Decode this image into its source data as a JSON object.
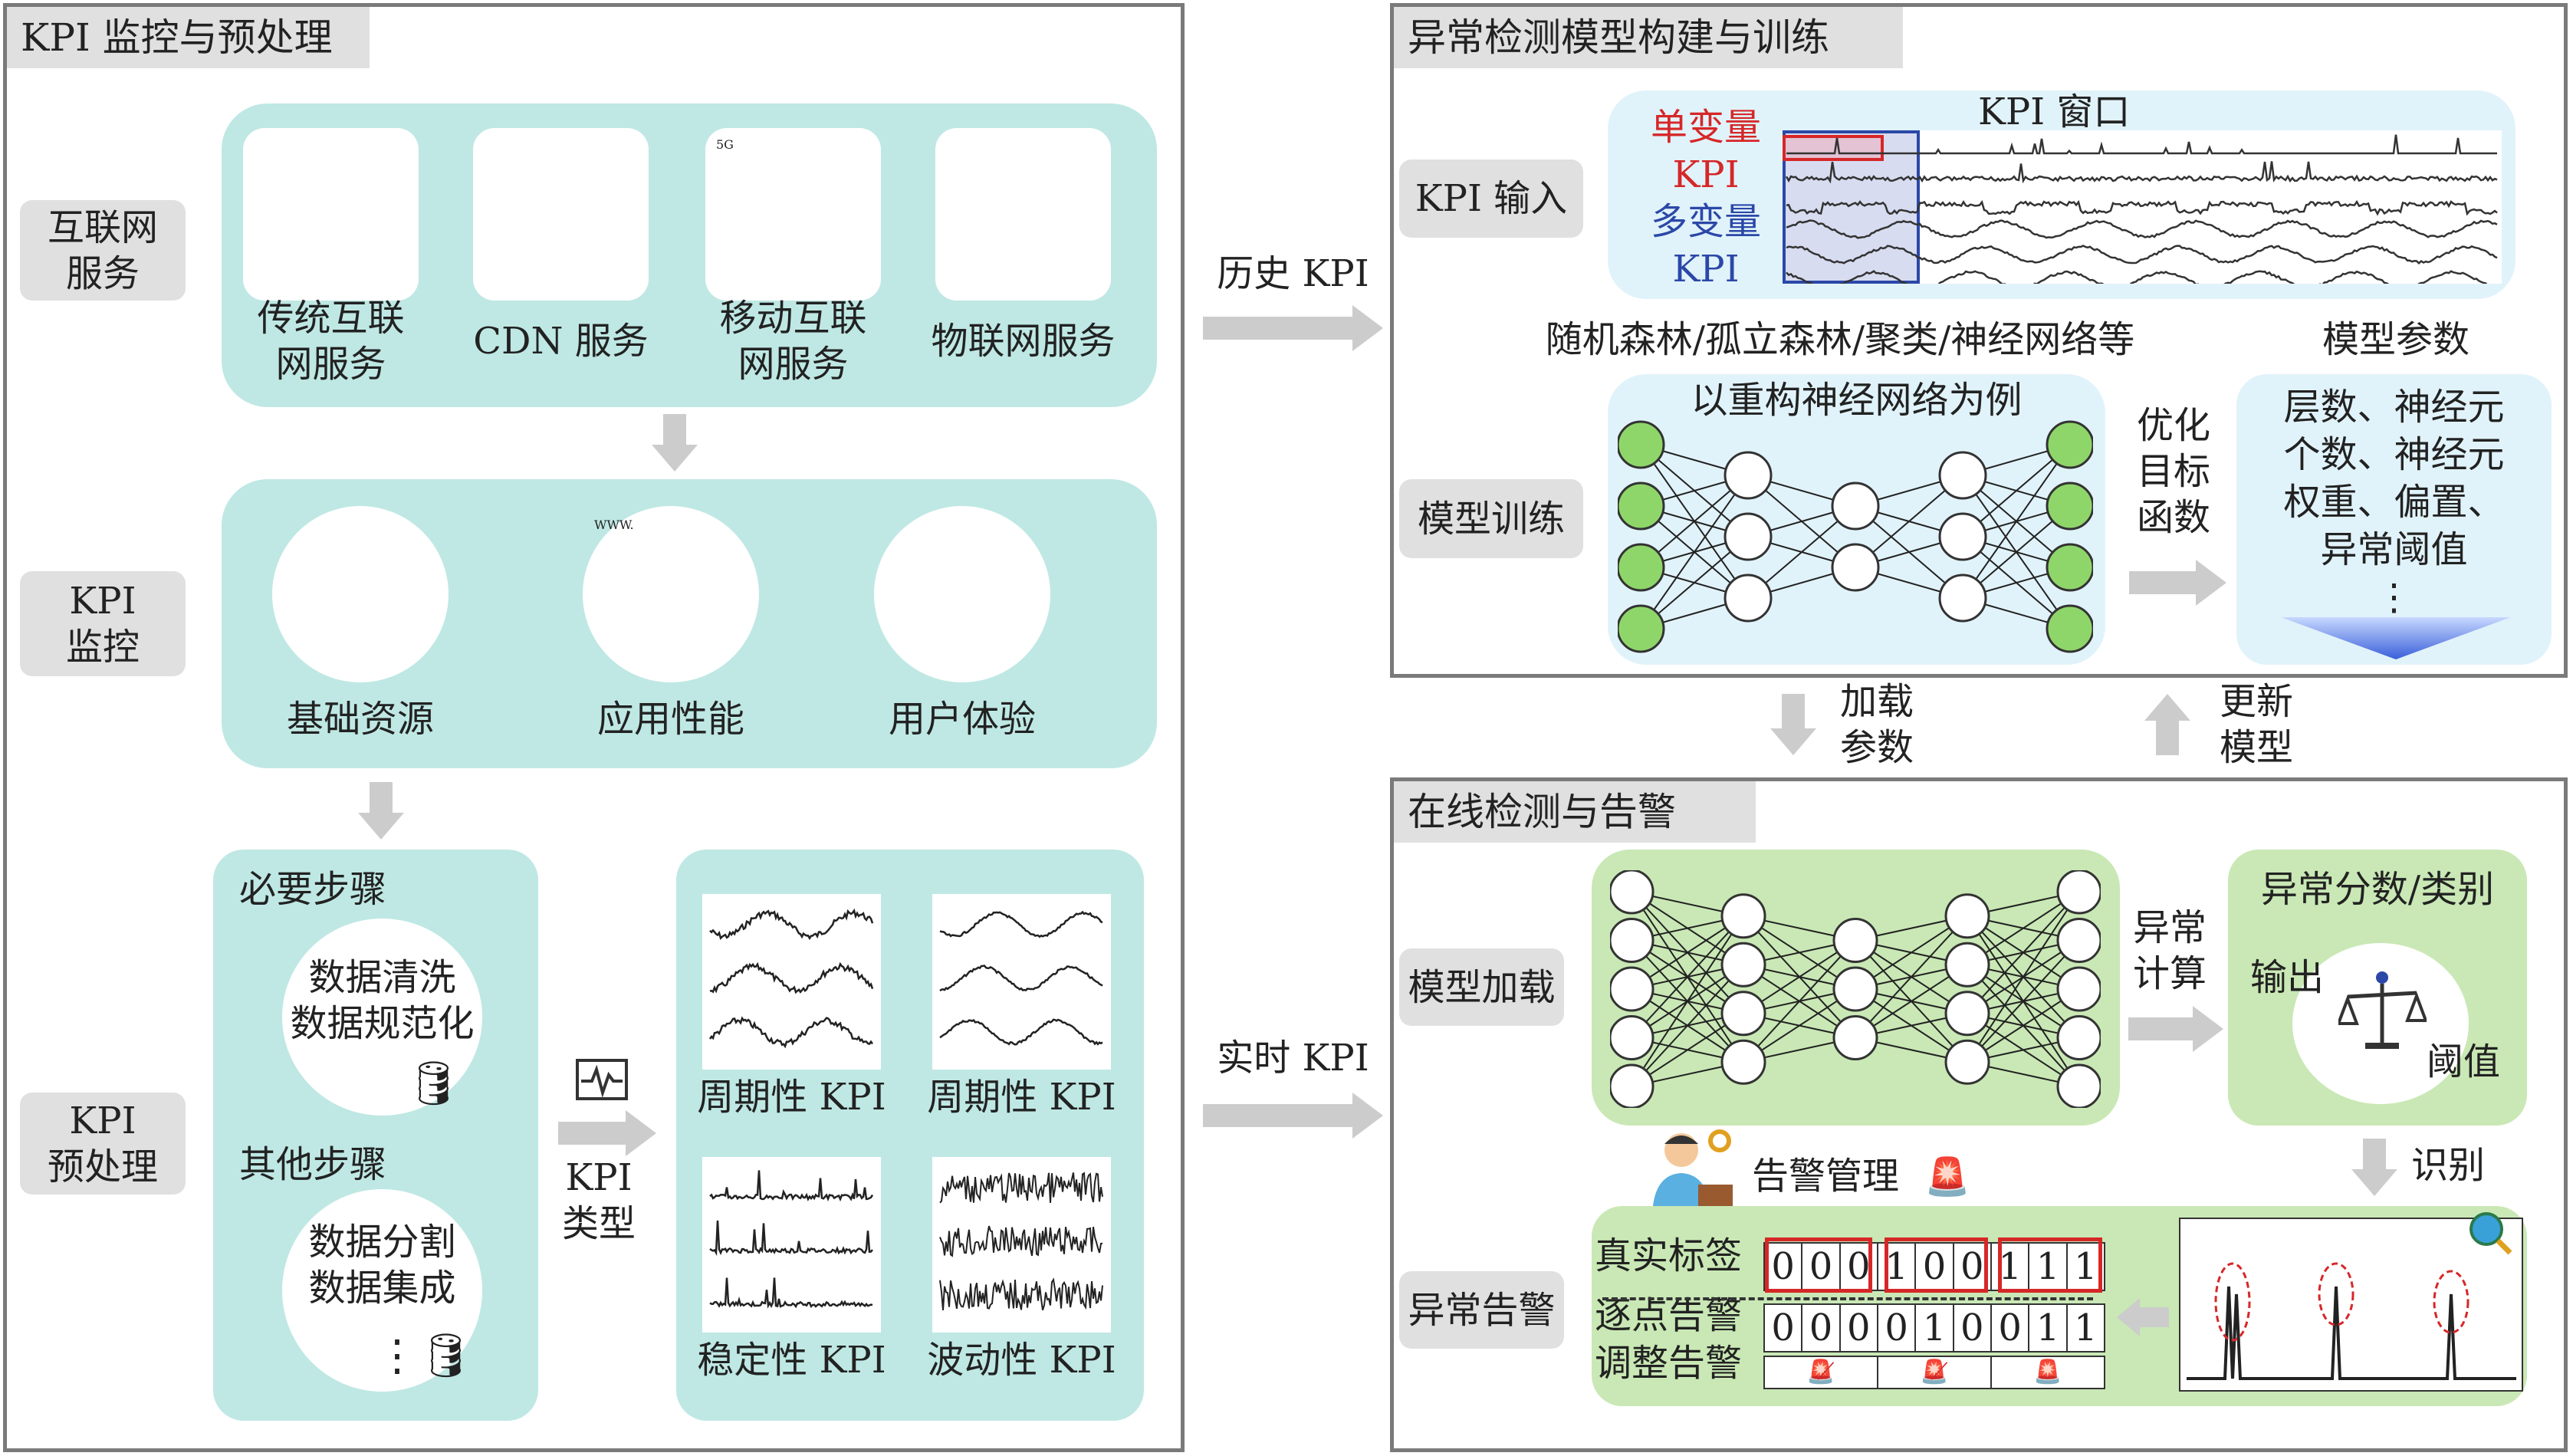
{
  "left_panel": {
    "title": "KPI 监控与预处理",
    "row_labels": [
      "互联网\n服务",
      "KPI\n监控",
      "KPI\n预处理"
    ],
    "internet_services": [
      {
        "label": "传统互联\n网服务",
        "icon": "web-globe-icon"
      },
      {
        "label": "CDN 服务",
        "icon": "cdn-cloud-globe-icon"
      },
      {
        "label": "移动互联\n网服务",
        "icon": "5g-mobile-icon"
      },
      {
        "label": "物联网服务",
        "icon": "iot-devices-icon"
      }
    ],
    "monitoring": [
      {
        "label": "基础资源",
        "icon": "server-docker-icon"
      },
      {
        "label": "应用性能",
        "icon": "app-performance-icon"
      },
      {
        "label": "用户体验",
        "icon": "users-icon"
      }
    ],
    "preprocessing": {
      "required_title": "必要步骤",
      "required_steps": "数据清洗\n数据规范化",
      "other_title": "其他步骤",
      "other_steps": "数据分割\n数据集成",
      "kpi_type_label": "KPI\n类型",
      "kpi_types": [
        "周期性 KPI",
        "周期性 KPI",
        "稳定性 KPI",
        "波动性 KPI"
      ]
    }
  },
  "flow": {
    "history": "历史 KPI",
    "realtime": "实时 KPI",
    "load": "加载\n参数",
    "update": "更新\n模型"
  },
  "train_panel": {
    "title": "异常检测模型构建与训练",
    "input_label": "KPI 输入",
    "window_title": "KPI 窗口",
    "univariate": "单变量\nKPI",
    "multivariate": "多变量\nKPI",
    "methods": "随机森林/孤立森林/聚类/神经网络等",
    "params_title": "模型参数",
    "training_label": "模型训练",
    "nn_title": "以重构神经网络为例",
    "objective": "优化\n目标\n函数",
    "params": "层数、神经元\n个数、神经元\n权重、偏置、\n异常阈值\n⋮"
  },
  "detect_panel": {
    "title": "在线检测与告警",
    "load_label": "模型加载",
    "compute": "异常\n计算",
    "score_title": "异常分数/类别",
    "output": "输出",
    "threshold": "阈值",
    "identify": "识别",
    "alert_mgmt": "告警管理",
    "alert_label": "异常告警",
    "rows": {
      "truth": "真实标签",
      "point": "逐点告警",
      "adjusted": "调整告警"
    },
    "truth_values": [
      "0",
      "0",
      "0",
      "1",
      "0",
      "0",
      "1",
      "1",
      "1"
    ],
    "point_values": [
      "0",
      "0",
      "0",
      "0",
      "1",
      "0",
      "0",
      "1",
      "1"
    ],
    "adjusted_alarms": [
      {
        "state": "suppressed"
      },
      {
        "state": "suppressed"
      },
      {
        "state": "active"
      }
    ]
  },
  "colors": {
    "teal": "#bfe8e4",
    "green": "#c9e8b5",
    "lightblue": "#e1f3fa",
    "red": "#d62728",
    "blue": "#2b48a8",
    "node_green": "#8fd66a"
  }
}
